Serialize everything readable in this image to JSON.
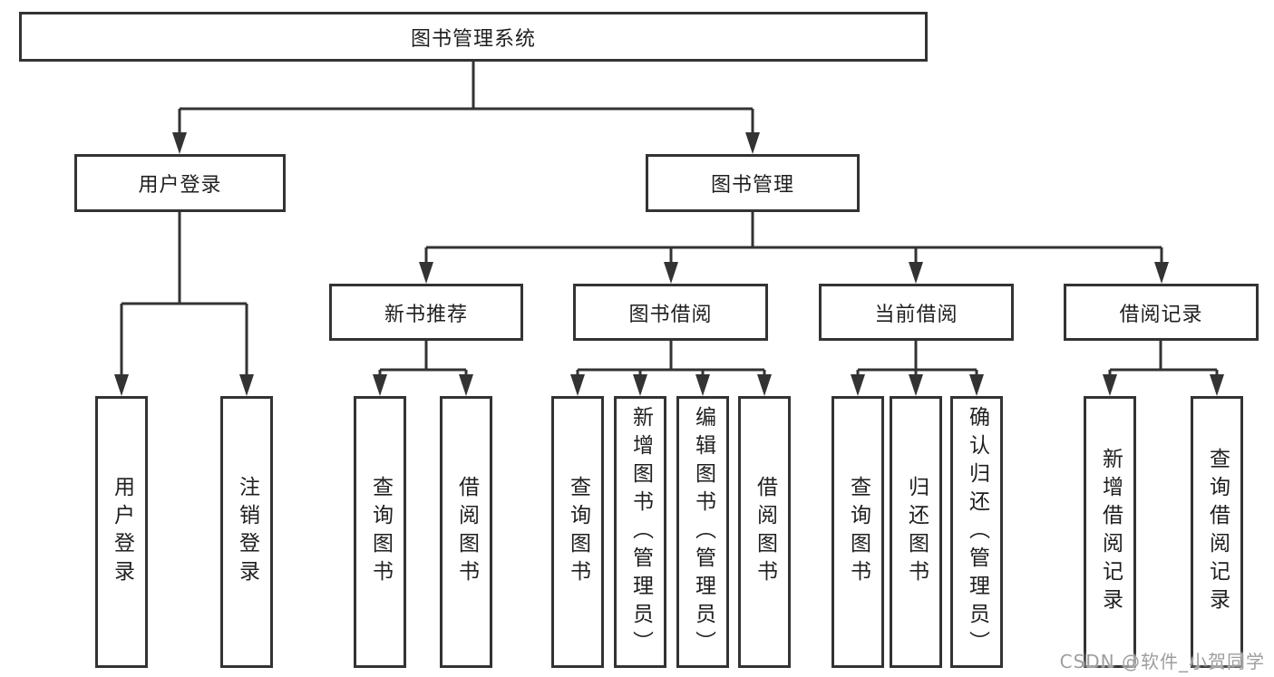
{
  "diagram": {
    "title": "图书管理系统",
    "colors": {
      "line": "#333333",
      "text": "#1f1f1f",
      "background": "#ffffff",
      "watermark": "#9e9e9e"
    },
    "level2": [
      {
        "label": "用户登录"
      },
      {
        "label": "图书管理"
      }
    ],
    "level3": [
      {
        "label": "新书推荐"
      },
      {
        "label": "图书借阅"
      },
      {
        "label": "当前借阅"
      },
      {
        "label": "借阅记录"
      }
    ],
    "leaves": {
      "user_login": [
        {
          "label": "用户登录"
        },
        {
          "label": "注销登录"
        }
      ],
      "new_book_recommend": [
        {
          "label": "查询图书"
        },
        {
          "label": "借阅图书"
        }
      ],
      "book_borrow": [
        {
          "label": "查询图书"
        },
        {
          "label": "新增图书（管理员）"
        },
        {
          "label": "编辑图书（管理员）"
        },
        {
          "label": "借阅图书"
        }
      ],
      "current_borrow": [
        {
          "label": "查询图书"
        },
        {
          "label": "归还图书"
        },
        {
          "label": "确认归还（管理员）"
        }
      ],
      "borrow_records": [
        {
          "label": "新增借阅记录"
        },
        {
          "label": "查询借阅记录"
        }
      ]
    }
  },
  "watermark": {
    "text": "CSDN @软件_小贺同学"
  }
}
